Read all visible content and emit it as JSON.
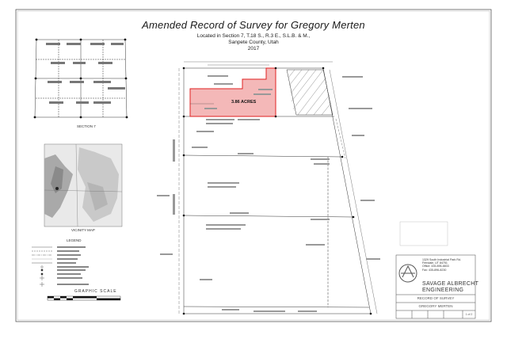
{
  "title": {
    "main": "Amended Record of Survey for Gregory Merten",
    "location": "Located in Section 7, T.18 S., R.3 E., S.L.B. & M.,",
    "county": "Sanpete County, Utah",
    "year": "2017"
  },
  "parcel": {
    "area_label": "3.86 ACRES",
    "fill_color": "#f4b8b8",
    "outline_color": "#e02020"
  },
  "section_map": {
    "label": "SECTION 7"
  },
  "vicinity_map": {
    "label": "VICINITY MAP"
  },
  "legend": {
    "label": "LEGEND"
  },
  "graphic_scale": {
    "label": "GRAPHIC SCALE"
  },
  "title_block": {
    "address_lines": [
      "1329 South Industrial Park Rd.",
      "Ferndale, UT 84751",
      "Office: 435-896-8833",
      "Fax: 435-896-8230"
    ],
    "company_line1": "SAVAGE ALBRECHT",
    "company_line2": "ENGINEERING",
    "sheet_type": "RECORD OF SURVEY",
    "client": "GREGORY MERTEN",
    "sheet_number": "1 of 2"
  }
}
